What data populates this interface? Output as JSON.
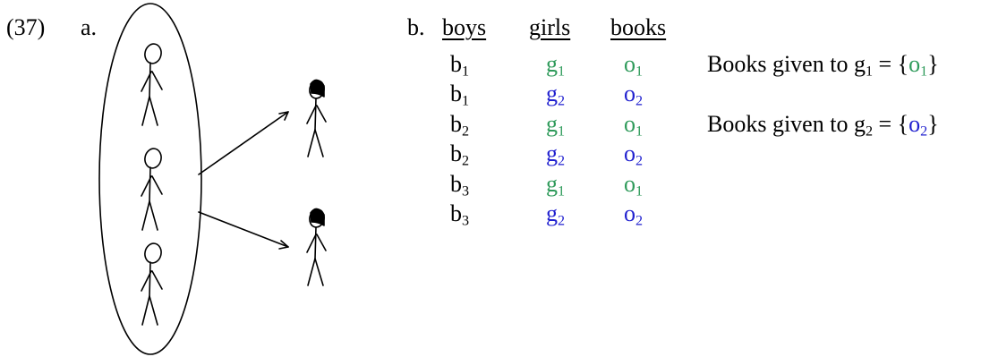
{
  "example": {
    "number": "(37)",
    "part_a_label": "a.",
    "part_b_label": "b."
  },
  "table": {
    "headers": [
      "boys",
      "girls",
      "books"
    ],
    "rows": [
      {
        "boy": "b",
        "boy_sub": "1",
        "girl": "g",
        "girl_sub": "1",
        "girl_color": "green",
        "book": "o",
        "book_sub": "1",
        "book_color": "green"
      },
      {
        "boy": "b",
        "boy_sub": "1",
        "girl": "g",
        "girl_sub": "2",
        "girl_color": "blue",
        "book": "o",
        "book_sub": "2",
        "book_color": "blue"
      },
      {
        "boy": "b",
        "boy_sub": "2",
        "girl": "g",
        "girl_sub": "1",
        "girl_color": "green",
        "book": "o",
        "book_sub": "1",
        "book_color": "green"
      },
      {
        "boy": "b",
        "boy_sub": "2",
        "girl": "g",
        "girl_sub": "2",
        "girl_color": "blue",
        "book": "o",
        "book_sub": "2",
        "book_color": "blue"
      },
      {
        "boy": "b",
        "boy_sub": "3",
        "girl": "g",
        "girl_sub": "1",
        "girl_color": "green",
        "book": "o",
        "book_sub": "1",
        "book_color": "green"
      },
      {
        "boy": "b",
        "boy_sub": "3",
        "girl": "g",
        "girl_sub": "2",
        "girl_color": "blue",
        "book": "o",
        "book_sub": "2",
        "book_color": "blue"
      }
    ]
  },
  "notes": [
    {
      "prefix": "Books given to g",
      "sub": "1",
      "eq": " = {",
      "val": "o",
      "val_sub": "1",
      "val_color": "green",
      "close": "}"
    },
    {
      "prefix": "Books given to g",
      "sub": "2",
      "eq": " = {",
      "val": "o",
      "val_sub": "2",
      "val_color": "blue",
      "close": "}"
    }
  ],
  "colors": {
    "green": "#2e9a5a",
    "blue": "#1f1fcf"
  }
}
